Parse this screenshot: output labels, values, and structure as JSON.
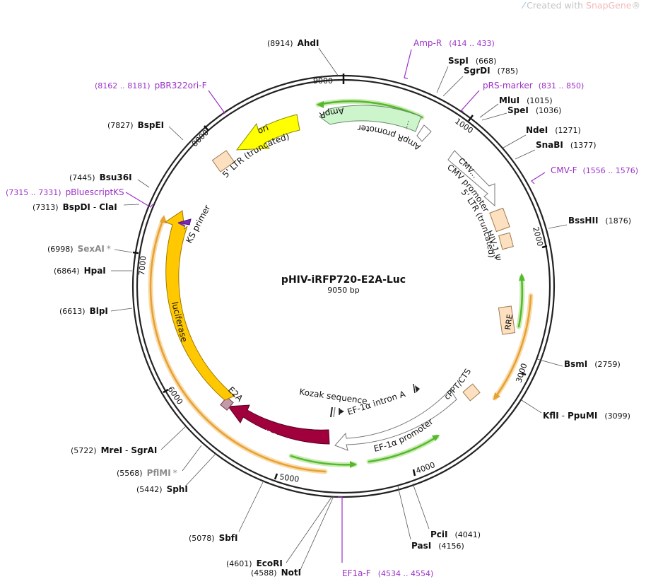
{
  "branding": {
    "created_with": "Created with",
    "brand": "SnapGene",
    "registered": "®"
  },
  "plasmid": {
    "name": "pHIV-iRFP720-E2A-Luc",
    "length_label": "9050 bp",
    "length_bp": 9050
  },
  "ticks": [
    "1000",
    "2000",
    "3000",
    "4000",
    "5000",
    "6000",
    "7000",
    "8000",
    "9000"
  ],
  "enzyme_sites": [
    {
      "name": "AhdI",
      "pos_label": "(8914)"
    },
    {
      "name": "SspI",
      "pos_label": "(668)"
    },
    {
      "name": "SgrDI",
      "pos_label": "(785)"
    },
    {
      "name": "MluI",
      "pos_label": "(1015)"
    },
    {
      "name": "SpeI",
      "pos_label": "(1036)"
    },
    {
      "name": "NdeI",
      "pos_label": "(1271)"
    },
    {
      "name": "SnaBI",
      "pos_label": "(1377)"
    },
    {
      "name": "BssHII",
      "pos_label": "(1876)"
    },
    {
      "name": "BsmI",
      "pos_label": "(2759)"
    },
    {
      "name": "KflI",
      "name2": "PpuMI",
      "pos_label": "(3099)"
    },
    {
      "name": "PciI",
      "pos_label": "(4041)"
    },
    {
      "name": "PasI",
      "pos_label": "(4156)"
    },
    {
      "name": "EcoRI",
      "pos_label": "(4601)"
    },
    {
      "name": "NotI",
      "pos_label": "(4588)"
    },
    {
      "name": "SbfI",
      "pos_label": "(5078)"
    },
    {
      "name": "SphI",
      "pos_label": "(5442)"
    },
    {
      "name": "PflMI",
      "star": "*",
      "pos_label": "(5568)"
    },
    {
      "name": "MreI",
      "name2": "SgrAI",
      "pos_label": "(5722)"
    },
    {
      "name": "BlpI",
      "pos_label": "(6613)"
    },
    {
      "name": "HpaI",
      "pos_label": "(6864)"
    },
    {
      "name": "SexAI",
      "star": "*",
      "pos_label": "(6998)"
    },
    {
      "name": "BspDI",
      "name2": "ClaI",
      "pos_label": "(7313)"
    },
    {
      "name": "Bsu36I",
      "pos_label": "(7445)"
    },
    {
      "name": "BspEI",
      "pos_label": "(7827)"
    }
  ],
  "primer_sites": [
    {
      "name": "Amp-R",
      "range": "(414 .. 433)"
    },
    {
      "name": "pRS-marker",
      "range": "(831 .. 850)"
    },
    {
      "name": "CMV-F",
      "range": "(1556 .. 1576)"
    },
    {
      "name": "EF1a-F",
      "range": "(4534 .. 4554)"
    },
    {
      "name": "pBluescriptKS",
      "range": "(7315 .. 7331)"
    },
    {
      "name": "pBR322ori-F",
      "range": "(8162 .. 8181)"
    }
  ],
  "features": {
    "ampr": "AmpR",
    "ampr_promoter": "AmpR promoter",
    "ori": "ori",
    "ltr_top": "5' LTR (truncated)",
    "cmv_enh": "CMV...",
    "cmv_promoter": "CMV promoter",
    "ltr_right": "5' LTR (truncated)",
    "hiv_psi": "HIV-1 Ψ",
    "rre": "RRE",
    "cppt": "cPPT/CTS",
    "ef1a_promoter": "EF-1α promoter",
    "ef1a_intron": "EF-1α intron A",
    "kozak": "Kozak sequence",
    "irfp": "iRFP720",
    "e2a": "E2A",
    "luciferase": "luciferase",
    "ks_primer": "KS primer"
  },
  "colors": {
    "backbone": "#222222",
    "site_black": "#111111",
    "site_grey": "#8a8a8a",
    "primer": "#9b30c8",
    "ampr_fill": "#ccf5cc",
    "ori_fill": "#ffff00",
    "ltr_fill": "#fde0c0",
    "luciferase_fill": "#ffc800",
    "irfp_fill": "#a0003c",
    "e2a_fill": "#c49aaa",
    "promoter_fill": "#ffffff",
    "green_strand": "#55b82d",
    "orange_strand": "#e8a033",
    "ks_primer": "#7a2bb5"
  }
}
